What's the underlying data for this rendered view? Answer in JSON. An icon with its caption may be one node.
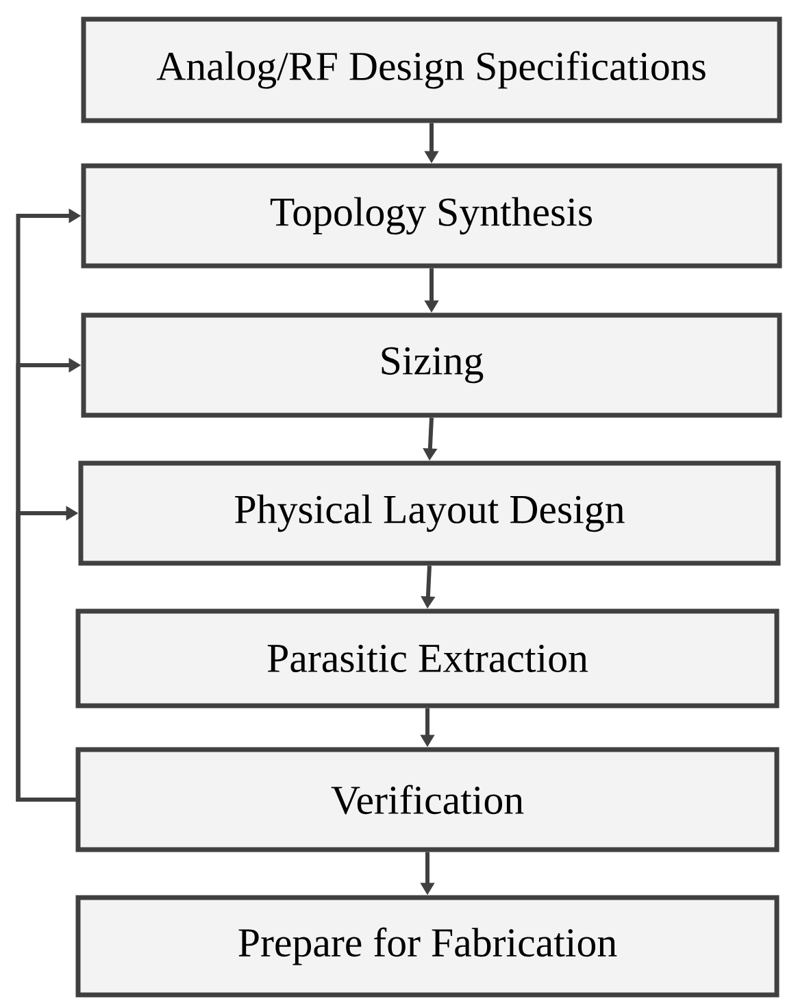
{
  "diagram": {
    "nodes": [
      {
        "text": [
          "Analog/RF Design Specifications"
        ]
      },
      {
        "text": [
          "Topology Synthesis"
        ]
      },
      {
        "text": [
          "Sizing"
        ]
      },
      {
        "text": [
          "Physical Layout Design"
        ]
      },
      {
        "text": [
          "Parasitic Extraction"
        ]
      },
      {
        "text": [
          "Verification"
        ]
      },
      {
        "text": [
          "Prepare for Fabrication"
        ]
      }
    ],
    "edges": [
      {
        "from": 0,
        "to": 1,
        "arrow": "to"
      },
      {
        "from": 1,
        "to": 2,
        "arrow": "to"
      },
      {
        "from": 2,
        "to": 3,
        "arrow": "to"
      },
      {
        "from": 3,
        "to": 4,
        "arrow": "to"
      },
      {
        "from": 4,
        "to": 5,
        "arrow": "to"
      },
      {
        "from": 5,
        "to": 6,
        "arrow": "to"
      },
      {
        "from": 5,
        "to": 1,
        "arrow": "to"
      },
      {
        "from": 5,
        "to": 2,
        "arrow": "to"
      },
      {
        "from": 5,
        "to": 3,
        "arrow": "to"
      }
    ]
  }
}
